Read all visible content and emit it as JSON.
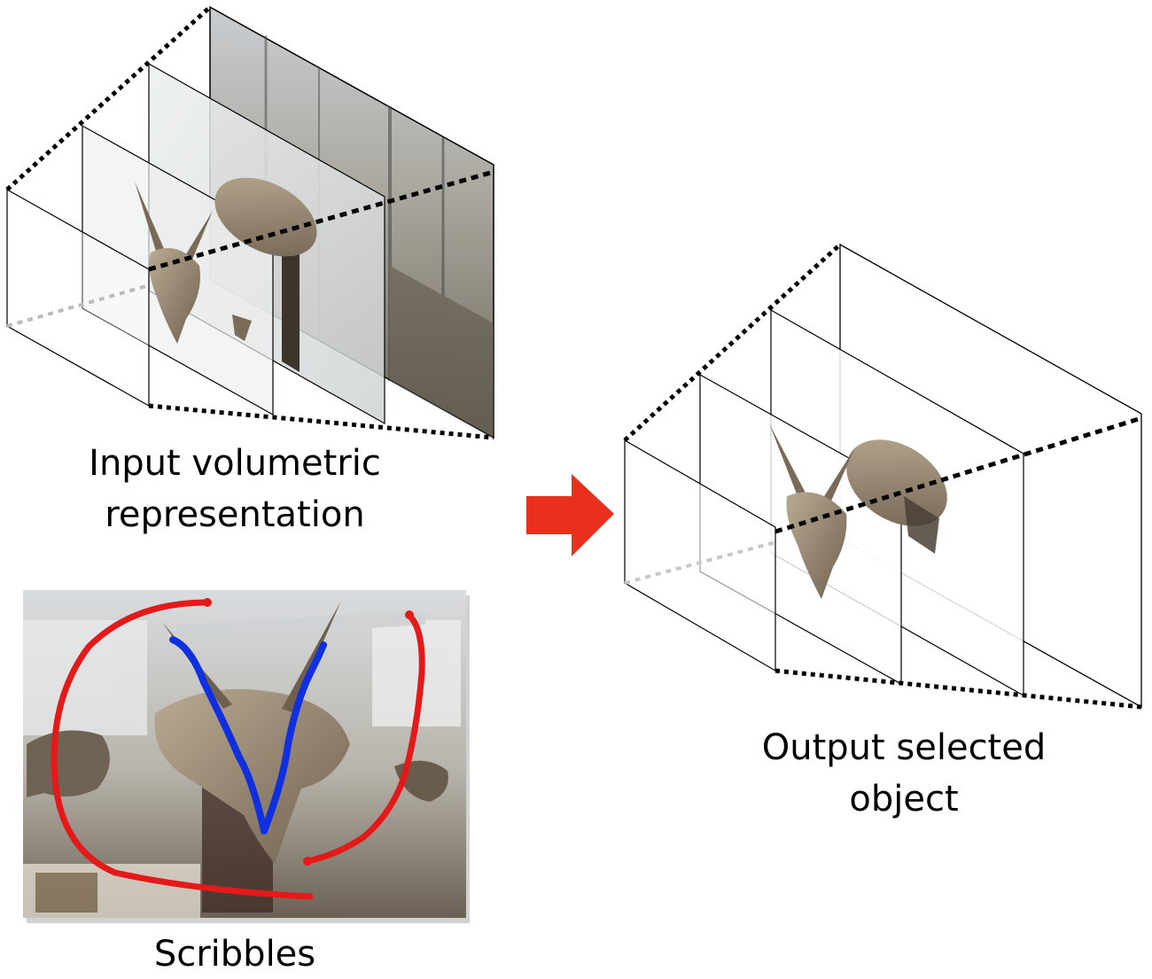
{
  "labels": {
    "input_line1": "Input volumetric",
    "input_line2": "representation",
    "scribbles": "Scribbles",
    "output_line1": "Output selected",
    "output_line2": "object"
  },
  "colors": {
    "frame_stroke": "#000000",
    "arrow": "#e8301c",
    "scribble_red": "#e41a1a",
    "scribble_blue": "#1030e0",
    "fossil": "#8c7c66",
    "floor": "#8b8070",
    "glass": "#d8dde2"
  },
  "icons": {
    "arrow": "right-arrow-icon"
  }
}
